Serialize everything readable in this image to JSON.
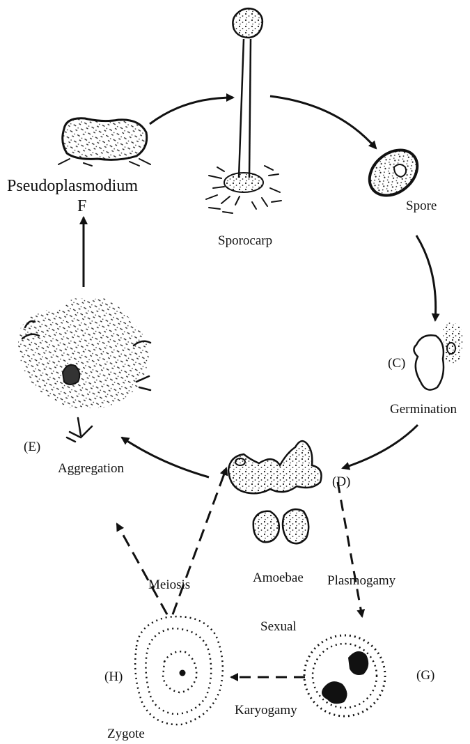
{
  "labels": {
    "pseudoplasmodium": "Pseudoplasmodium",
    "f": "F",
    "sporocarp": "Sporocarp",
    "spore": "Spore",
    "c": "(C)",
    "germination": "Germination",
    "d": "(D)",
    "amoebae": "Amoebae",
    "e": "(E)",
    "aggregation": "Aggregation",
    "meiosis": "Meiosis",
    "plasmogamy": "Plasmogamy",
    "sexual": "Sexual",
    "g": "(G)",
    "h": "(H)",
    "karyogamy": "Karyogamy",
    "zygote": "Zygote"
  }
}
